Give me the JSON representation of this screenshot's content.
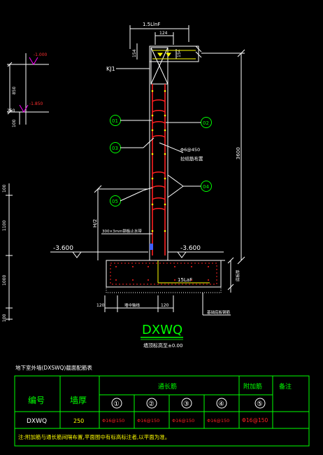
{
  "colors": {
    "background": "#000000",
    "line_white": "#ffffff",
    "line_green": "#00ff00",
    "line_red": "#ff2020",
    "line_yellow": "#ffff00",
    "line_cyan": "#00ffff",
    "line_magenta": "#ff00ff",
    "line_blue": "#4060ff"
  },
  "section": {
    "top_dim": "1.5LlnF",
    "top_width": "124",
    "top_slab": "154",
    "slab_side": "154",
    "kj_label": "KJ1",
    "height_dim": "3600",
    "half_h": "H/2",
    "left_level": "-3.600",
    "right_level": "-3.600",
    "lap_label": "15LaF",
    "base_left": "120",
    "base_mid": "墙中轴线",
    "base_right": "120",
    "base_note": "基础底板钢筋",
    "bar_note_1": "Φ6@450",
    "bar_note_2": "拉结筋布置",
    "bar_note_3": "300×3mm钢板止水带",
    "right_side_note": "底板厚",
    "callouts": [
      "01",
      "02",
      "03",
      "04",
      "05"
    ]
  },
  "mini_detail": {
    "top_level": "-1.000",
    "height": "850",
    "bottom_level": "-1.850",
    "left_dim": "250",
    "base_dim": "100"
  },
  "left_dims": [
    "100",
    "1100",
    "1000",
    "100"
  ],
  "title": "DXWQ",
  "subtitle": "墙顶标高至±0.00",
  "table": {
    "caption": "地下室外墙(DXSWQ)截面配筋表",
    "headers": {
      "id": "编号",
      "thickness": "墙厚",
      "through_bars": "通长筋",
      "extra_bars": "附加筋",
      "remarks": "备注"
    },
    "bar_numbers": [
      "①",
      "②",
      "③",
      "④",
      "⑤"
    ],
    "row": {
      "id": "DXWQ",
      "thickness": "250",
      "bars": [
        "Φ16@150",
        "Φ16@150",
        "Φ16@150",
        "Φ16@150",
        "Φ16@150"
      ],
      "remark": ""
    },
    "note": "注:附加筋与通长筋间隔布置,平面图中有标高标注者,以平面为准。"
  }
}
